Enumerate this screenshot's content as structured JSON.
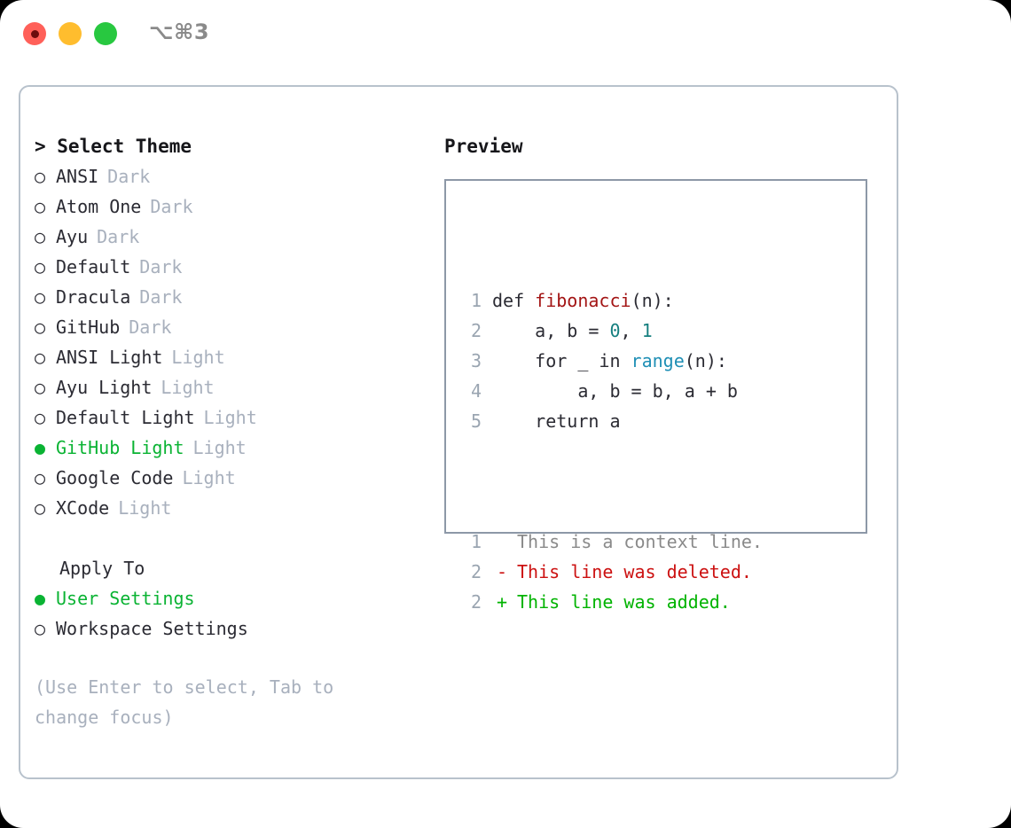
{
  "titlebar": {
    "shortcut": "⌥⌘3",
    "lights": [
      {
        "name": "close",
        "color": "#ff6059",
        "recording": true
      },
      {
        "name": "minimize",
        "color": "#ffbd2e",
        "recording": false
      },
      {
        "name": "maximize",
        "color": "#28c840",
        "recording": false
      }
    ]
  },
  "theme_picker": {
    "heading": "> Select Theme",
    "marker_unselected": "○",
    "marker_selected": "●",
    "items": [
      {
        "name": "ANSI",
        "tag": "Dark",
        "selected": false
      },
      {
        "name": "Atom One",
        "tag": "Dark",
        "selected": false
      },
      {
        "name": "Ayu",
        "tag": "Dark",
        "selected": false
      },
      {
        "name": "Default",
        "tag": "Dark",
        "selected": false
      },
      {
        "name": "Dracula",
        "tag": "Dark",
        "selected": false
      },
      {
        "name": "GitHub",
        "tag": "Dark",
        "selected": false
      },
      {
        "name": "ANSI Light",
        "tag": "Light",
        "selected": false
      },
      {
        "name": "Ayu Light",
        "tag": "Light",
        "selected": false
      },
      {
        "name": "Default Light",
        "tag": "Light",
        "selected": false
      },
      {
        "name": "GitHub Light",
        "tag": "Light",
        "selected": true
      },
      {
        "name": "Google Code",
        "tag": "Light",
        "selected": false
      },
      {
        "name": "XCode",
        "tag": "Light",
        "selected": false
      }
    ]
  },
  "apply_to": {
    "heading": "Apply To",
    "options": [
      {
        "label": "User Settings",
        "selected": true
      },
      {
        "label": "Workspace Settings",
        "selected": false
      }
    ]
  },
  "hint": "(Use Enter to select, Tab to change focus)",
  "preview": {
    "heading": "Preview",
    "code_lines": [
      {
        "number": "1",
        "tokens": [
          {
            "text": "def ",
            "kind": "plain"
          },
          {
            "text": "fibonacci",
            "kind": "fn"
          },
          {
            "text": "(n):",
            "kind": "plain"
          }
        ]
      },
      {
        "number": "2",
        "tokens": [
          {
            "text": "    a, b = ",
            "kind": "plain"
          },
          {
            "text": "0",
            "kind": "num"
          },
          {
            "text": ", ",
            "kind": "plain"
          },
          {
            "text": "1",
            "kind": "num"
          }
        ]
      },
      {
        "number": "3",
        "tokens": [
          {
            "text": "    for _ in ",
            "kind": "plain"
          },
          {
            "text": "range",
            "kind": "call"
          },
          {
            "text": "(n):",
            "kind": "plain"
          }
        ]
      },
      {
        "number": "4",
        "tokens": [
          {
            "text": "        a, b = b, a + b",
            "kind": "plain"
          }
        ]
      },
      {
        "number": "5",
        "tokens": [
          {
            "text": "    return a",
            "kind": "plain"
          }
        ]
      }
    ],
    "diff_lines": [
      {
        "number": "1",
        "sign": " ",
        "text": "This is a context line.",
        "kind": "ctx"
      },
      {
        "number": "2",
        "sign": "-",
        "text": "This line was deleted.",
        "kind": "del"
      },
      {
        "number": "2",
        "sign": "+",
        "text": "This line was added.",
        "kind": "add"
      }
    ]
  },
  "colors": {
    "accent_green": "#0ab333",
    "diff_add": "#00b300",
    "diff_del": "#cc1111",
    "syntax_function": "#a31515",
    "syntax_number": "#157f7f",
    "syntax_call": "#1f8fb5",
    "muted": "#a8b0bd",
    "line_number": "#9aa5b1",
    "panel_border": "#b8c2cc",
    "preview_border": "#8d98a7"
  }
}
